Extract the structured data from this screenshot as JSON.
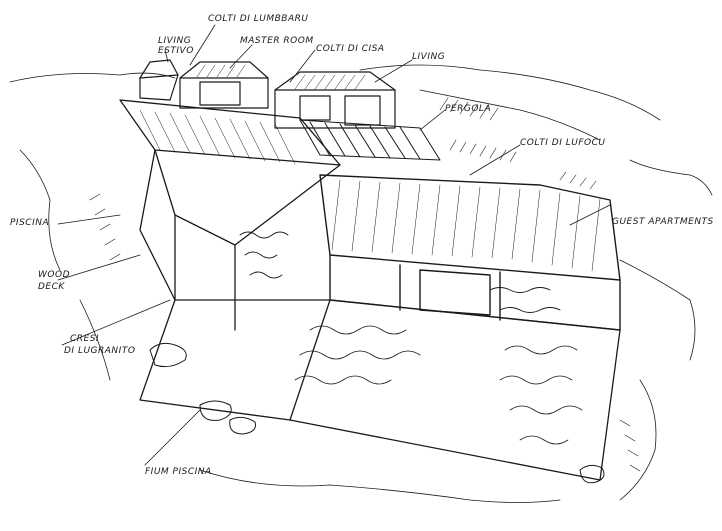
{
  "annotations": {
    "living_top_left": "LIVING",
    "living_top_left_sub": "ESTIVO",
    "colti_lumbaru": "COLTI DI LUMBBARU",
    "master_room": "MASTER ROOM",
    "colti_cisa": "COLTI DI CISA",
    "living": "LIVING",
    "pergola": "PERGOLA",
    "colti_lufocu": "COLTI DI LUFOCU",
    "guest_apartments": "GUEST APARTMENTS",
    "piscina": "PISCINA",
    "wood_deck_1": "WOOD",
    "wood_deck_2": "DECK",
    "cast_granite_1": "CRESI",
    "cast_granite_2": "DI LUGRANITO",
    "fiume_piscina": "FIUM PISCINA"
  },
  "colors": {
    "ink": "#1a1a1a",
    "paper": "#ffffff"
  }
}
